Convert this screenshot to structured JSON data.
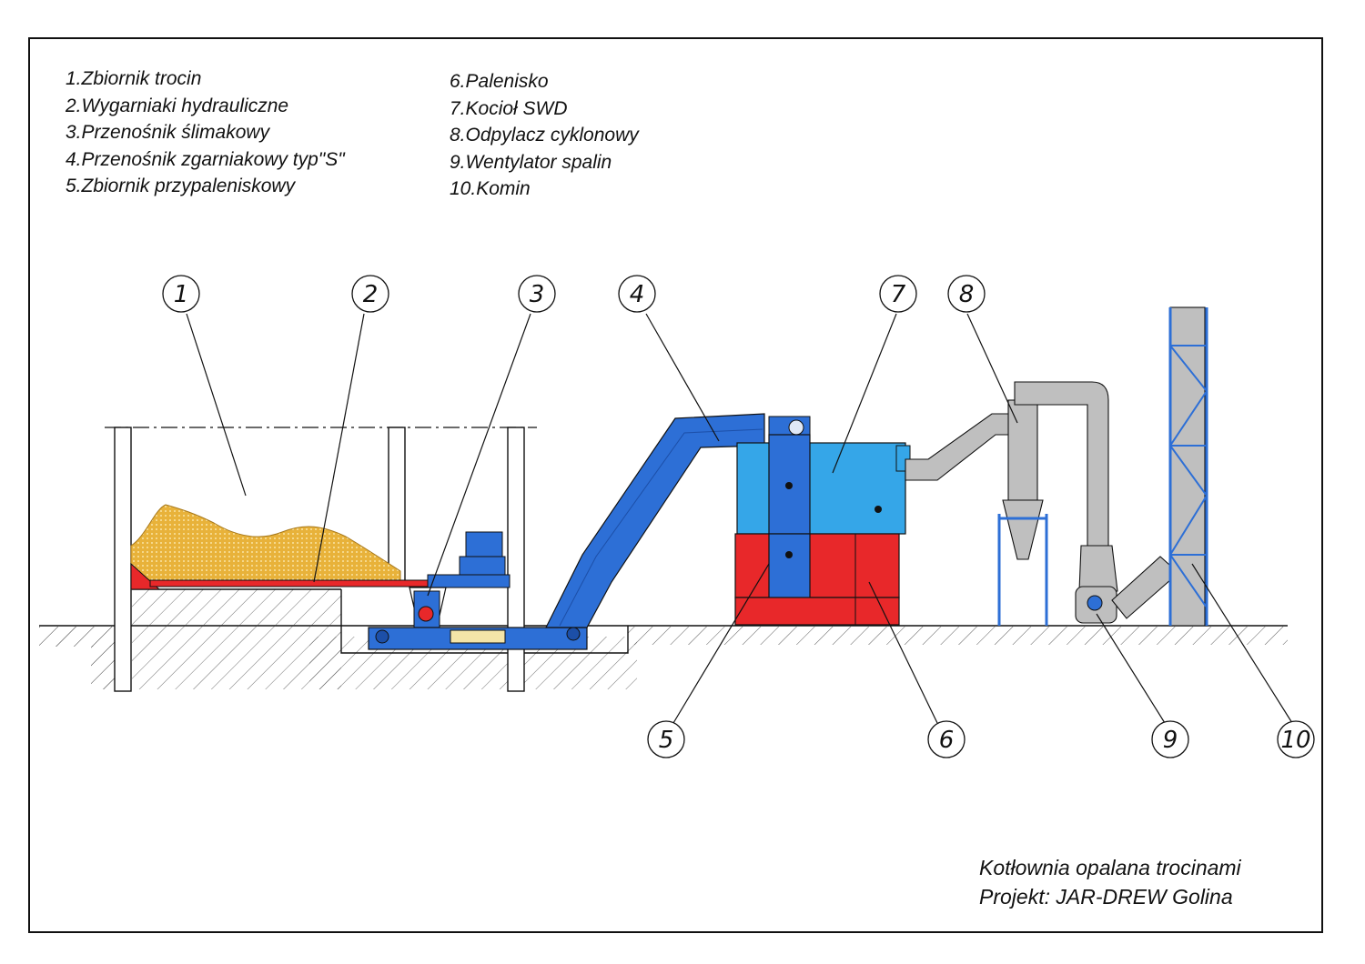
{
  "legend": {
    "left": [
      "1.Zbiornik trocin",
      "2.Wygarniaki hydrauliczne",
      "3.Przenośnik ślimakowy",
      "4.Przenośnik zgarniakowy typ\"S\"",
      "5.Zbiornik przypaleniskowy"
    ],
    "right": [
      "6.Palenisko",
      "7.Kocioł SWD",
      "8.Odpylacz cyklonowy",
      "9.Wentylator spalin",
      "10.Komin"
    ]
  },
  "callouts": [
    "1",
    "2",
    "3",
    "4",
    "5",
    "6",
    "7",
    "8",
    "9",
    "10"
  ],
  "caption": {
    "line1": "Kotłownia opalana trocinami",
    "line2": "Projekt: JAR-DREW Golina"
  },
  "colors": {
    "sawdust": "#e8b23a",
    "conveyor_blue": "#2d6fd6",
    "boiler_cyan": "#35a6e8",
    "furnace_red": "#e8282a",
    "duct_grey": "#bfbfbf"
  },
  "icons": [
    "numbered-callout-circle",
    "ground-hatching"
  ]
}
